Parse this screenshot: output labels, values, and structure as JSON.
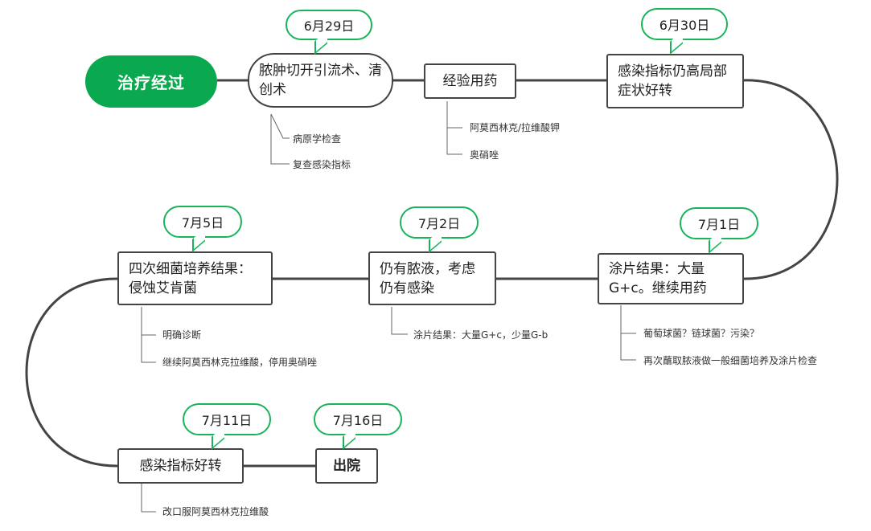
{
  "root": {
    "label": "治疗经过"
  },
  "nodes": {
    "surgery": {
      "label": "脓肿切开引流术、清创术",
      "date": "6月29日",
      "notes": [
        "病原学检查",
        "复查感染指标"
      ]
    },
    "meds": {
      "label": "经验用药",
      "notes": [
        "阿莫西林克/拉维酸钾",
        "奥硝唑"
      ]
    },
    "infection_high": {
      "label": "感染指标仍高局部症状好转",
      "date": "6月30日"
    },
    "smear1": {
      "label": "涂片结果：大量G+c。继续用药",
      "date": "7月1日",
      "notes": [
        "葡萄球菌？链球菌？污染？",
        "再次蘸取脓液做一般细菌培养及涂片检查"
      ]
    },
    "pus": {
      "label": "仍有脓液，考虑仍有感染",
      "date": "7月2日",
      "notes": [
        "涂片结果：大量G+c，少量G-b"
      ]
    },
    "culture": {
      "label": "四次细菌培养结果：侵蚀艾肯菌",
      "date": "7月5日",
      "notes": [
        "明确诊断",
        "继续阿莫西林克拉维酸，停用奥硝唑"
      ]
    },
    "improved": {
      "label": "感染指标好转",
      "date": "7月11日",
      "notes": [
        "改口服阿莫西林克拉维酸"
      ]
    },
    "discharge": {
      "label": "出院",
      "date": "7月16日"
    }
  },
  "colors": {
    "accent": "#0aa84f",
    "callout_border": "#19b35a",
    "line": "#444444"
  }
}
